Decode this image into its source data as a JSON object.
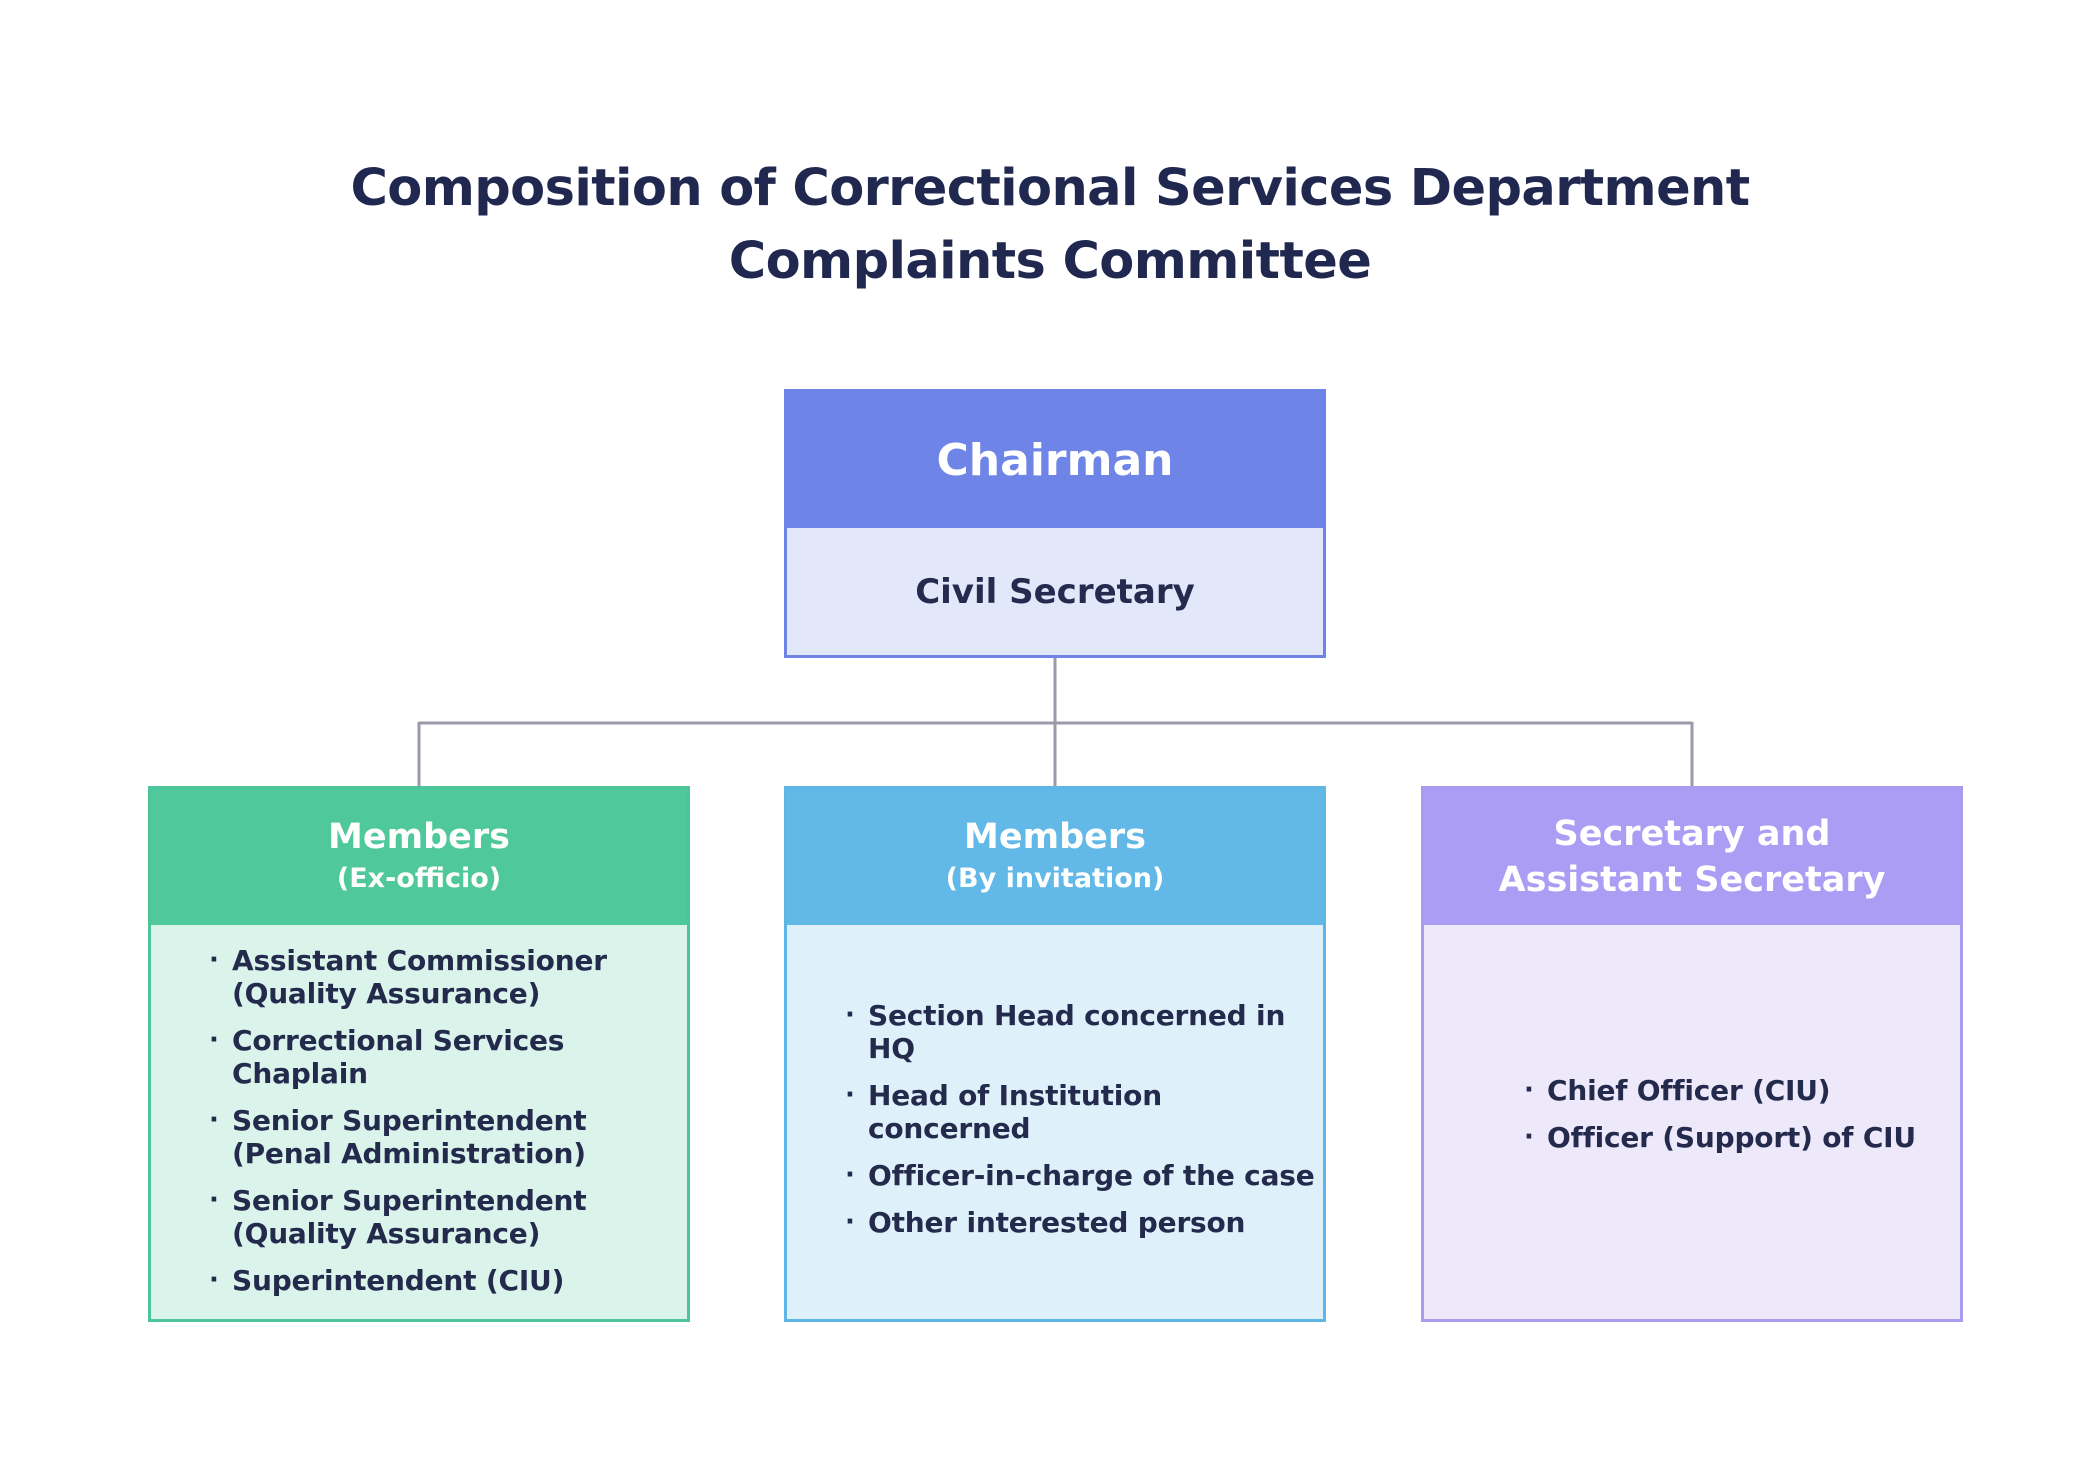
{
  "title": {
    "line1": "Composition of Correctional Services Department",
    "line2": "Complaints Committee"
  },
  "chairman": {
    "heading": "Chairman",
    "holder": "Civil Secretary"
  },
  "ex_officio": {
    "heading": "Members",
    "subheading": "(Ex-officio)",
    "items": [
      "Assistant Commissioner\n(Quality Assurance)",
      "Correctional Services Chaplain",
      "Senior Superintendent\n(Penal Administration)",
      "Senior Superintendent\n(Quality Assurance)",
      "Superintendent (CIU)"
    ]
  },
  "by_invitation": {
    "heading": "Members",
    "subheading": "(By invitation)",
    "items": [
      "Section Head concerned in HQ",
      "Head of Institution concerned",
      "Officer-in-charge of the case",
      "Other interested person"
    ]
  },
  "secretary": {
    "heading_line1": "Secretary and",
    "heading_line2": "Assistant Secretary",
    "items": [
      "Chief Officer (CIU)",
      "Officer (Support) of CIU"
    ]
  },
  "bullet": "·",
  "colors": {
    "title": "#202850",
    "chairman": "#6e84e7",
    "chairman_body": "#e3e7fa",
    "ex_officio": "#4fc89c",
    "ex_officio_body": "#dbf4eb",
    "by_invitation": "#62b8e6",
    "by_invitation_body": "#def0fa",
    "secretary": "#ab9df3",
    "secretary_body": "#ede9fb",
    "connector": "#9a9aab"
  }
}
